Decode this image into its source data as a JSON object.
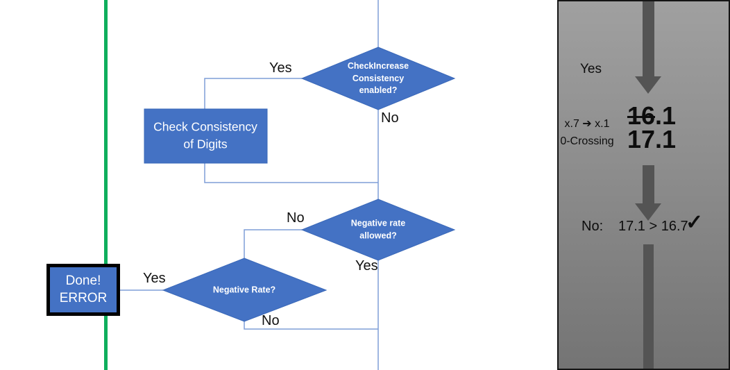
{
  "flowchart": {
    "nodes": {
      "check_increase": "CheckIncrease\nConsistency\nenabled?",
      "check_consistency": "Check Consistency\nof Digits",
      "negative_rate_allowed": "Negative rate\nallowed?",
      "negative_rate": "Negative Rate?",
      "done_error": "Done!\nERROR"
    },
    "labels": {
      "yes_top": "Yes",
      "no_top": "No",
      "no_mid": "No",
      "yes_mid": "Yes",
      "yes_bottom": "Yes",
      "no_bottom": "No"
    },
    "colors": {
      "shape_fill": "#4472C4",
      "shape_border": "#3A68B8",
      "connector": "#7F9ED7",
      "divider_green": "#0FAE5C"
    }
  },
  "side_panel": {
    "yes_label": "Yes",
    "transition_line1": "x.7 ➔ x.1",
    "transition_line2": "0-Crossing",
    "value_old_struck": "16",
    "value_old_rest": ".1",
    "value_new": "17.1",
    "no_label": "No:",
    "comparison": "17.1 > 16.7",
    "check_mark": "✓",
    "colors": {
      "arrow": "#545454",
      "background_top": "#a0a0a0",
      "background_bottom": "#747474"
    }
  }
}
